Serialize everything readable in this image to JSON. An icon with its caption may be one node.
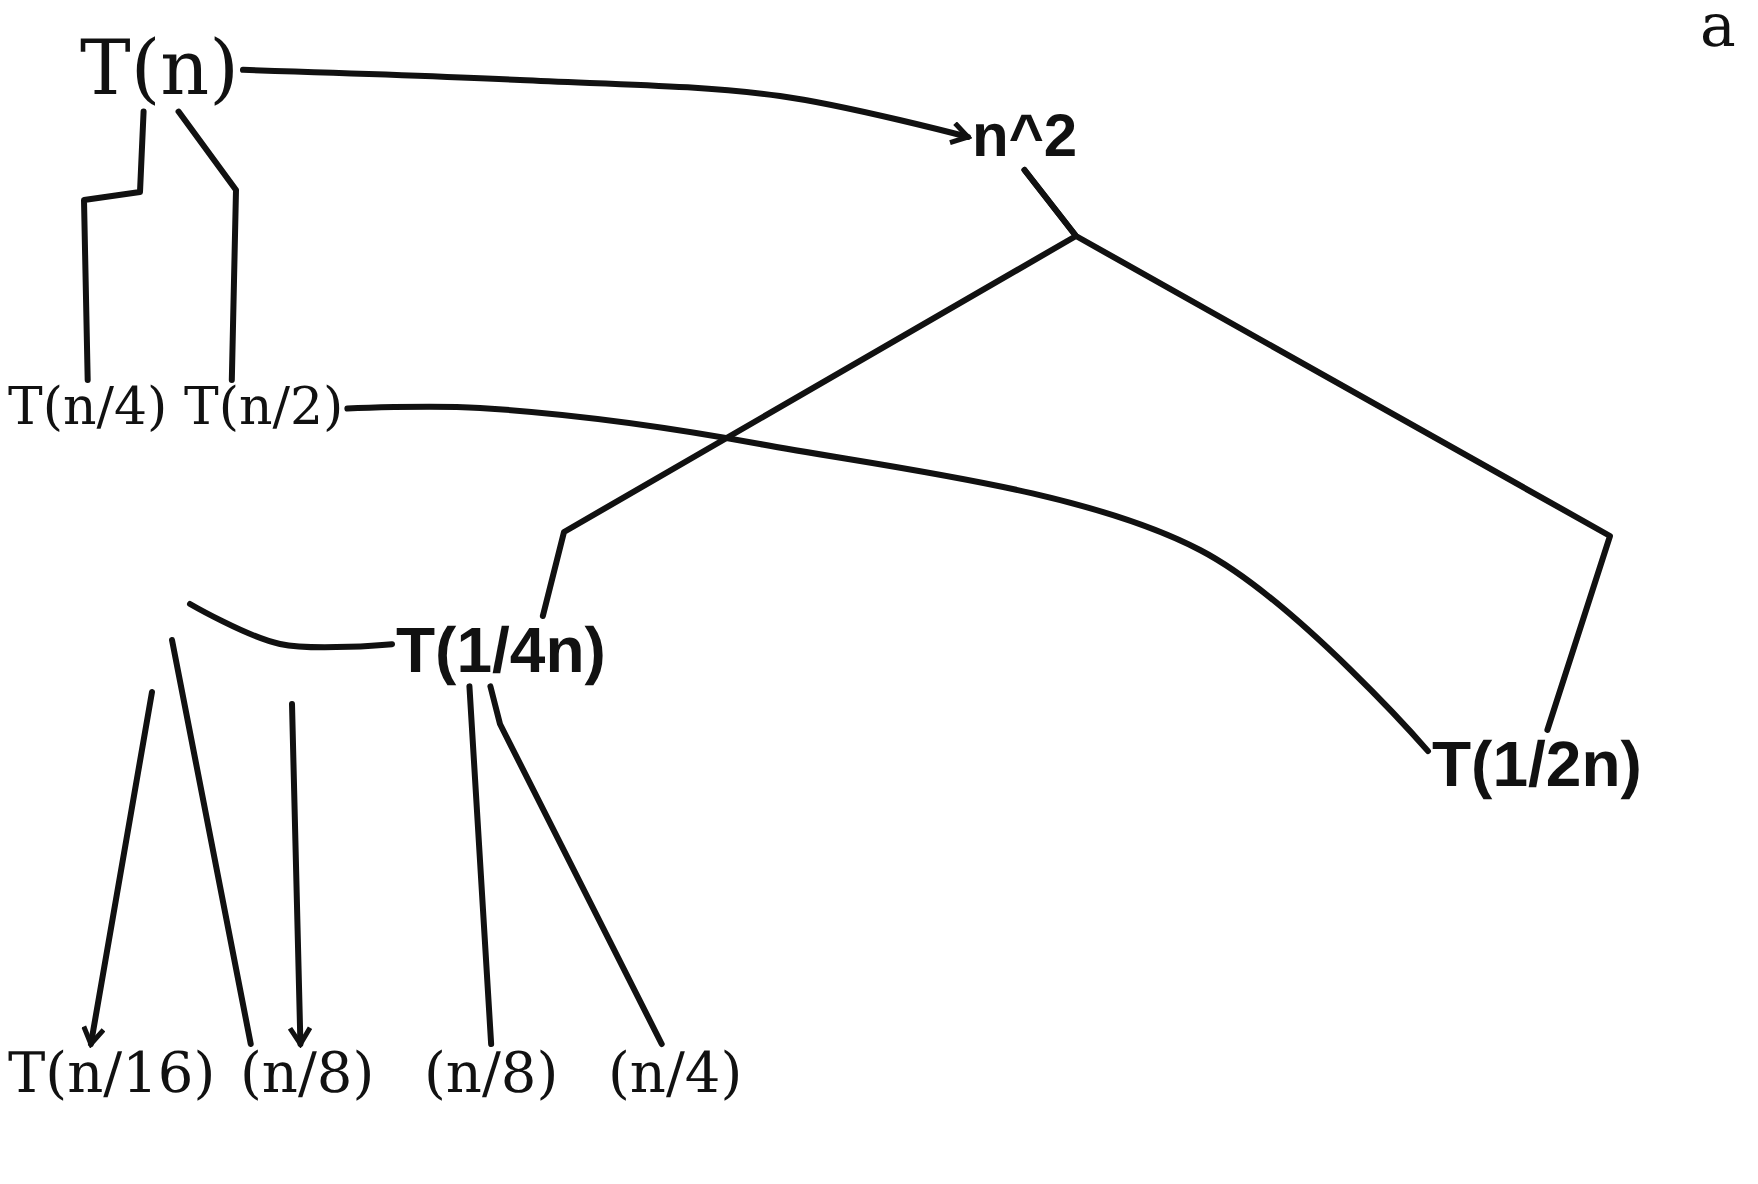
{
  "diagram": {
    "nodes": [
      {
        "text": [
          "T(n)"
        ]
      },
      {
        "text": [
          "n^2"
        ]
      },
      {
        "text": [
          "T(n/4)"
        ]
      },
      {
        "text": [
          "T(n/2)"
        ]
      },
      {
        "text": [
          "T(1/4n)"
        ]
      },
      {
        "text": [
          "T(1/2n)"
        ]
      },
      {
        "text": [
          "T(n/16)"
        ]
      },
      {
        "text": [
          "(n/8)"
        ]
      },
      {
        "text": [
          "(n/8)"
        ]
      },
      {
        "text": [
          "(n/4)"
        ]
      }
    ],
    "edges": [
      {
        "from": 0,
        "to": 1,
        "arrow": "to"
      },
      {
        "from": 0,
        "to": 2,
        "arrow": "none"
      },
      {
        "from": 0,
        "to": 3,
        "arrow": "none"
      },
      {
        "from": 1,
        "to": 4,
        "arrow": "none"
      },
      {
        "from": 1,
        "to": 5,
        "arrow": "none"
      },
      {
        "from": 3,
        "to": 5,
        "arrow": "none"
      },
      {
        "from": 4,
        "to": null,
        "arrow": "none"
      },
      {
        "from": null,
        "to": 7,
        "arrow": "to"
      },
      {
        "from": null,
        "to": 6,
        "arrow": "to"
      },
      {
        "from": null,
        "to": 7,
        "arrow": "none"
      },
      {
        "from": 4,
        "to": 8,
        "arrow": "none"
      },
      {
        "from": 4,
        "to": 9,
        "arrow": "none"
      }
    ],
    "labels": [
      "a"
    ]
  }
}
